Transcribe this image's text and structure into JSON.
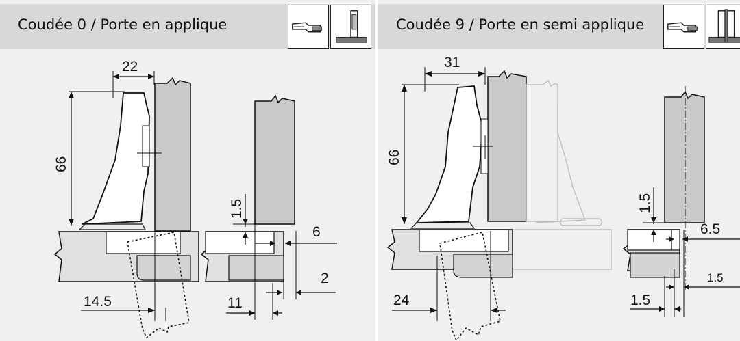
{
  "panels": [
    {
      "title": "Coudée 0 / Porte en applique",
      "dims": {
        "top": "22",
        "height": "66",
        "gap": "1.5",
        "overlay": "6",
        "reveal": "2",
        "offset": "14.5",
        "side": "11"
      }
    },
    {
      "title": "Coudée 9 / Porte en semi applique",
      "dims": {
        "top": "31",
        "height": "66",
        "gap": "1.5",
        "overlay": "6.5",
        "reveal": "1.5",
        "offset": "24",
        "side": "1.5"
      }
    }
  ],
  "colors": {
    "panel_bg": "#f0f0f0",
    "header_bg": "#d8d8d8",
    "carcass": "#c9c9c9",
    "door": "#e0e0e0",
    "line": "#111111"
  }
}
